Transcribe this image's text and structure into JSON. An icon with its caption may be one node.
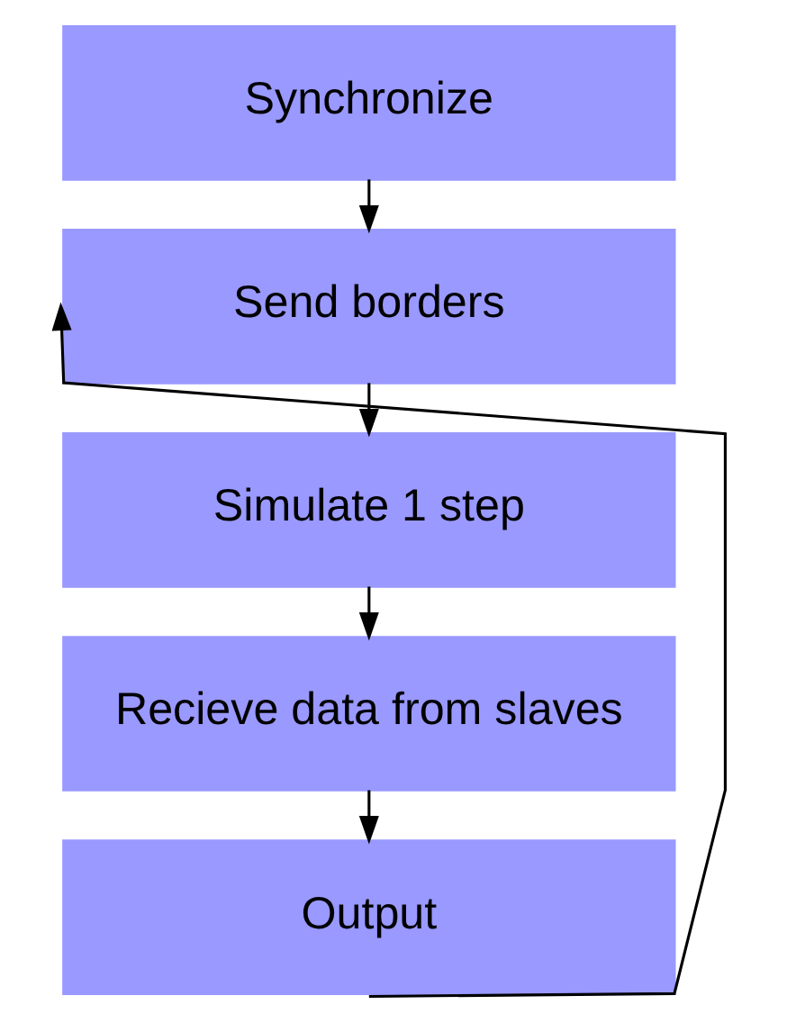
{
  "diagram": {
    "nodes": [
      {
        "text": [
          "Synchronize"
        ]
      },
      {
        "text": [
          "Send borders"
        ]
      },
      {
        "text": [
          "Simulate 1 step"
        ]
      },
      {
        "text": [
          "Recieve data from slaves"
        ]
      },
      {
        "text": [
          "Output"
        ]
      }
    ],
    "edges": [
      {
        "from": 0,
        "to": 1,
        "arrow": "to"
      },
      {
        "from": 1,
        "to": 2,
        "arrow": "to"
      },
      {
        "from": 2,
        "to": 3,
        "arrow": "to"
      },
      {
        "from": 3,
        "to": 4,
        "arrow": "to"
      },
      {
        "from": 4,
        "to": 1,
        "arrow": "to"
      }
    ]
  }
}
